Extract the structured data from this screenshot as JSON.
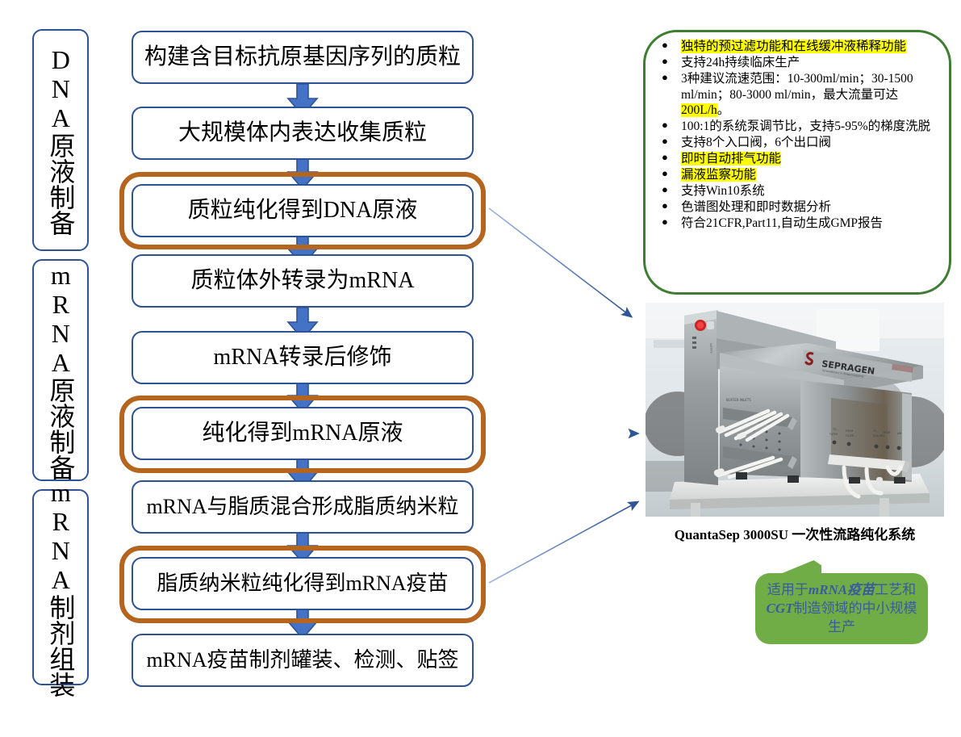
{
  "stages": [
    {
      "id": "dna-bulk-prep",
      "label": "DNA原液制备"
    },
    {
      "id": "mrna-bulk-prep",
      "label": "mRNA原液制备"
    },
    {
      "id": "mrna-formulation",
      "label": "mRNA制剂组装"
    }
  ],
  "flow_steps": [
    {
      "id": "step-1",
      "label": "构建含目标抗原基因序列的质粒",
      "highlighted": false
    },
    {
      "id": "step-2",
      "label": "大规模体内表达收集质粒",
      "highlighted": false
    },
    {
      "id": "step-3",
      "label": "质粒纯化得到DNA原液",
      "highlighted": true
    },
    {
      "id": "step-4",
      "label": "质粒体外转录为mRNA",
      "highlighted": false
    },
    {
      "id": "step-5",
      "label": "mRNA转录后修饰",
      "highlighted": false
    },
    {
      "id": "step-6",
      "label": "纯化得到mRNA原液",
      "highlighted": true
    },
    {
      "id": "step-7",
      "label": "mRNA与脂质混合形成脂质纳米粒",
      "highlighted": false
    },
    {
      "id": "step-8",
      "label": "脂质纳米粒纯化得到mRNA疫苗",
      "highlighted": true
    },
    {
      "id": "step-9",
      "label": "mRNA疫苗制剂罐装、检测、贴签",
      "highlighted": false
    }
  ],
  "features": {
    "items": [
      {
        "id": "feature-1",
        "parts": [
          {
            "text": "独特的预过滤功能和在线缓冲液稀释功能",
            "highlight": true
          }
        ]
      },
      {
        "id": "feature-2",
        "parts": [
          {
            "text": "支持24h持续临床生产",
            "highlight": false
          }
        ]
      },
      {
        "id": "feature-3",
        "parts": [
          {
            "text": "3种建议流速范围：10-300ml/min；30-1500 ml/min；80-3000 ml/min，最大流量可达",
            "highlight": false
          },
          {
            "text": "200L/h",
            "highlight": true
          },
          {
            "text": "。",
            "highlight": false
          }
        ]
      },
      {
        "id": "feature-4",
        "parts": [
          {
            "text": "100:1的系统泵调节比，支持5-95%的梯度洗脱",
            "highlight": false
          }
        ]
      },
      {
        "id": "feature-5",
        "parts": [
          {
            "text": "支持8个入口阀，6个出口阀",
            "highlight": false
          }
        ]
      },
      {
        "id": "feature-6",
        "parts": [
          {
            "text": "即时自动排气功能",
            "highlight": true
          }
        ]
      },
      {
        "id": "feature-7",
        "parts": [
          {
            "text": "漏液监察功能",
            "highlight": true
          }
        ]
      },
      {
        "id": "feature-8",
        "parts": [
          {
            "text": "支持Win10系统",
            "highlight": false
          }
        ]
      },
      {
        "id": "feature-9",
        "parts": [
          {
            "text": "色谱图处理和即时数据分析",
            "highlight": false
          }
        ]
      },
      {
        "id": "feature-10",
        "parts": [
          {
            "text": "符合21CFR,Part11,自动生成GMP报告",
            "highlight": false
          }
        ]
      }
    ]
  },
  "product": {
    "caption": "QuantaSep 3000SU 一次性流路纯化系统",
    "brand_on_device": "SEPRAGEN"
  },
  "callout": {
    "line1_prefix": "适用于",
    "line1_bold": "mRNA疫苗",
    "line1_suffix": "工艺和",
    "line2_bold": "CGT",
    "line2_suffix": "制造领域的中小规模",
    "line3": "生产"
  },
  "colors": {
    "box_border_blue": "#2E5395",
    "arrow_blue": "#4472C4",
    "group_orange": "#B5651D",
    "panel_green": "#3E7D32",
    "callout_green": "#70AD47",
    "callout_text_blue": "#3B5AA0",
    "highlight_yellow": "#FFFF00"
  }
}
